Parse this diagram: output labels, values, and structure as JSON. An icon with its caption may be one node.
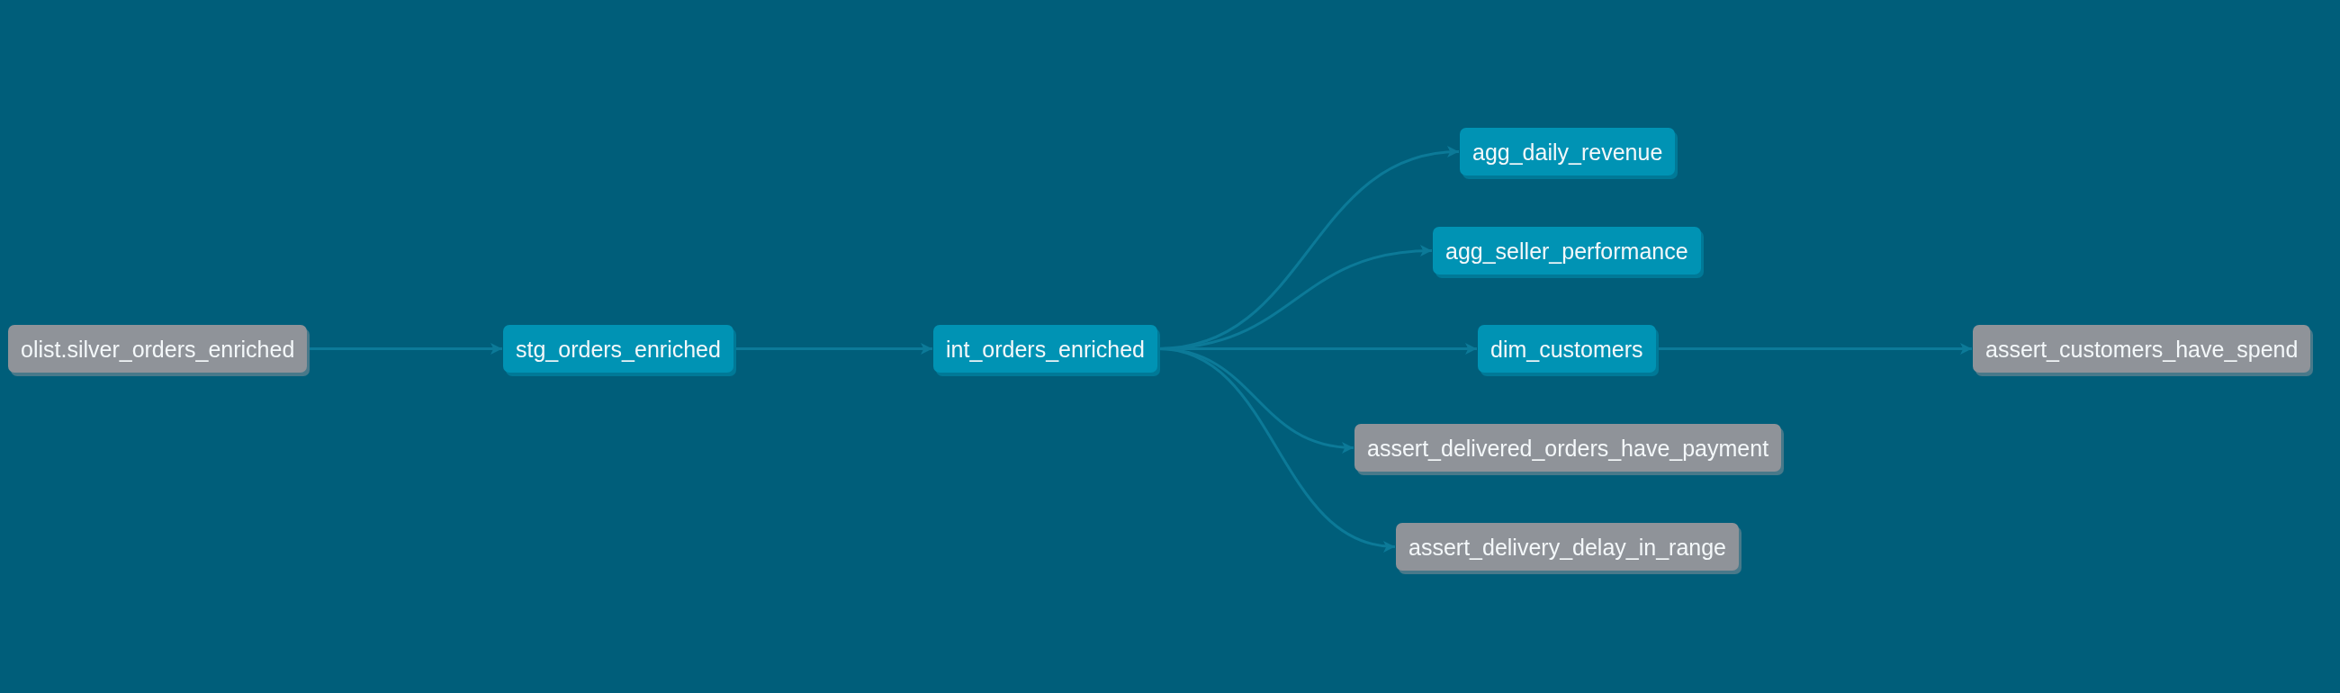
{
  "diagram": {
    "nodes": [
      {
        "text": [
          "olist.silver_orders_enriched"
        ]
      },
      {
        "text": [
          "stg_orders_enriched"
        ]
      },
      {
        "text": [
          "int_orders_enriched"
        ]
      },
      {
        "text": [
          "agg_daily_revenue"
        ]
      },
      {
        "text": [
          "agg_seller_performance"
        ]
      },
      {
        "text": [
          "dim_customers"
        ]
      },
      {
        "text": [
          "assert_customers_have_spend"
        ]
      },
      {
        "text": [
          "assert_delivered_orders_have_payment"
        ]
      },
      {
        "text": [
          "assert_delivery_delay_in_range"
        ]
      }
    ],
    "edges": [
      {
        "from": 0,
        "to": 1,
        "arrow": "to"
      },
      {
        "from": 1,
        "to": 2,
        "arrow": "to"
      },
      {
        "from": 2,
        "to": 3,
        "arrow": "to"
      },
      {
        "from": 2,
        "to": 4,
        "arrow": "to"
      },
      {
        "from": 2,
        "to": 5,
        "arrow": "to"
      },
      {
        "from": 2,
        "to": 7,
        "arrow": "to"
      },
      {
        "from": 2,
        "to": 8,
        "arrow": "to"
      },
      {
        "from": 5,
        "to": 6,
        "arrow": "to"
      }
    ]
  }
}
